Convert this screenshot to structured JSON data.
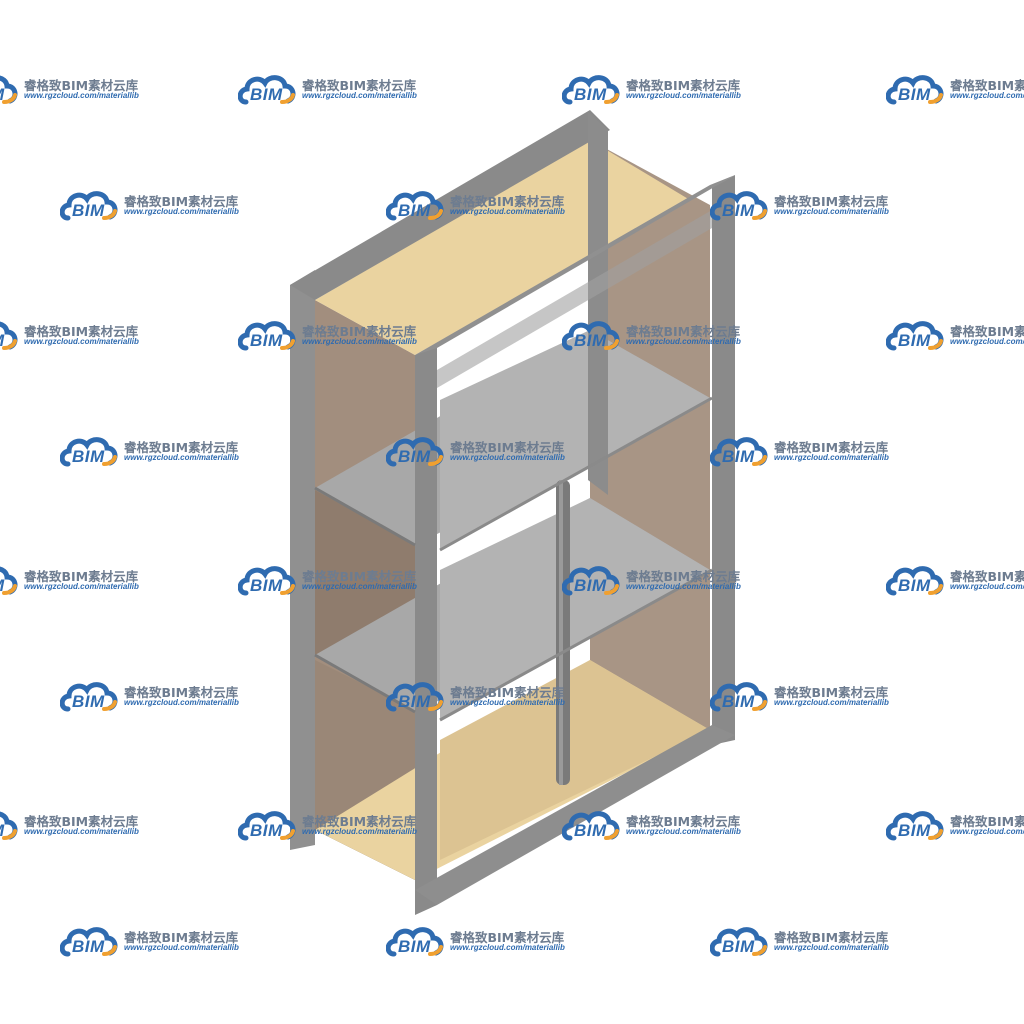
{
  "watermark": {
    "logo_text": "BIM",
    "brand_text": "睿格致BIM素材云库",
    "url_text": "www.rgzcloud.com/materiallib",
    "logo_icon": "cloud-icon",
    "colors": {
      "logo_blue": "#2f6bb0",
      "logo_orange": "#f0a030",
      "brand_gray": "#6d7c90"
    }
  },
  "model": {
    "subject": "open-frame shelving cabinet",
    "colors": {
      "frame": "#8f8f8f",
      "frame_dark": "#6a6a6a",
      "panel_back": "#a89585",
      "panel_top_bottom": "#ead3a0",
      "shelf": "#b0b0b0",
      "rod": "#7a7a7a"
    }
  }
}
